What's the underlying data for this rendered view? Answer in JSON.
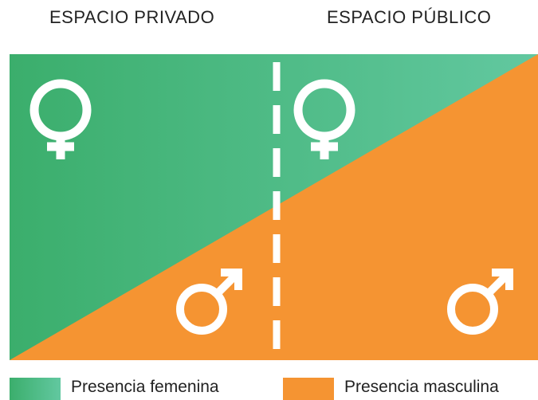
{
  "header": {
    "private_label": "ESPACIO PRIVADO",
    "public_label": "ESPACIO PÚBLICO"
  },
  "colors": {
    "female_start": "#3bae6c",
    "female_end": "#62c8a0",
    "male": "#f59432",
    "divider": "#ffffff"
  },
  "icons": {
    "female": "female-symbol-icon",
    "male": "male-symbol-icon"
  },
  "legend": {
    "female_label": "Presencia femenina",
    "male_label": "Presencia masculina"
  }
}
